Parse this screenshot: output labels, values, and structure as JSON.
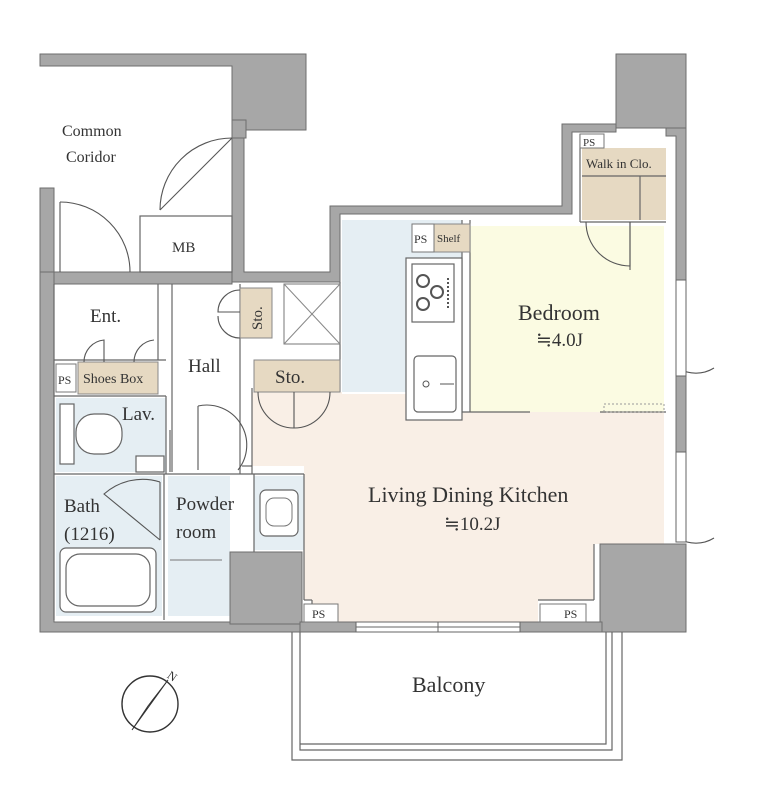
{
  "rooms": {
    "common_corridor_line1": "Common",
    "common_corridor_line2": "Coridor",
    "mb": "MB",
    "ent": "Ent.",
    "ps": "PS",
    "shoes_box": "Shoes Box",
    "hall": "Hall",
    "sto": "Sto.",
    "lav": "Lav.",
    "bath": "Bath",
    "bath_size": "(1216)",
    "powder_line1": "Powder",
    "powder_line2": "room",
    "shelf": "Shelf",
    "walk_in": "Walk in Clo.",
    "bedroom": "Bedroom",
    "bedroom_area": "≒4.0J",
    "ldk": "Living Dining Kitchen",
    "ldk_area": "≒10.2J",
    "balcony": "Balcony",
    "north": "N"
  },
  "colors": {
    "wall": "#a7a7a7",
    "bedroom_floor": "#fbfbe2",
    "ldk_floor": "#f9efe6",
    "kitchen_floor": "#e5eef3",
    "wet_area": "#e5eef3",
    "storage": "#e6d9c2"
  }
}
